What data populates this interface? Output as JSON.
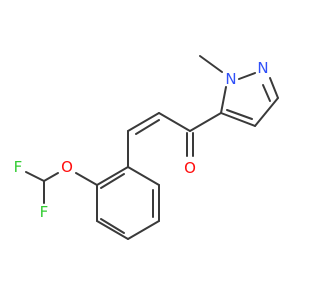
{
  "molecule": {
    "colors": {
      "bond": "#3a3a3a",
      "fluorine": "#33cc33",
      "oxygen": "#ff0d0d",
      "nitrogen": "#3050f8",
      "carbon": "#3a3a3a"
    },
    "atoms": [
      {
        "id": "F1",
        "label": "F",
        "element": "fluorine"
      },
      {
        "id": "F2",
        "label": "F",
        "element": "fluorine"
      },
      {
        "id": "O_ether",
        "label": "O",
        "element": "oxygen"
      },
      {
        "id": "O_carbonyl",
        "label": "O",
        "element": "oxygen"
      },
      {
        "id": "N1",
        "label": "N",
        "element": "nitrogen"
      },
      {
        "id": "N2",
        "label": "N",
        "element": "nitrogen"
      }
    ]
  }
}
